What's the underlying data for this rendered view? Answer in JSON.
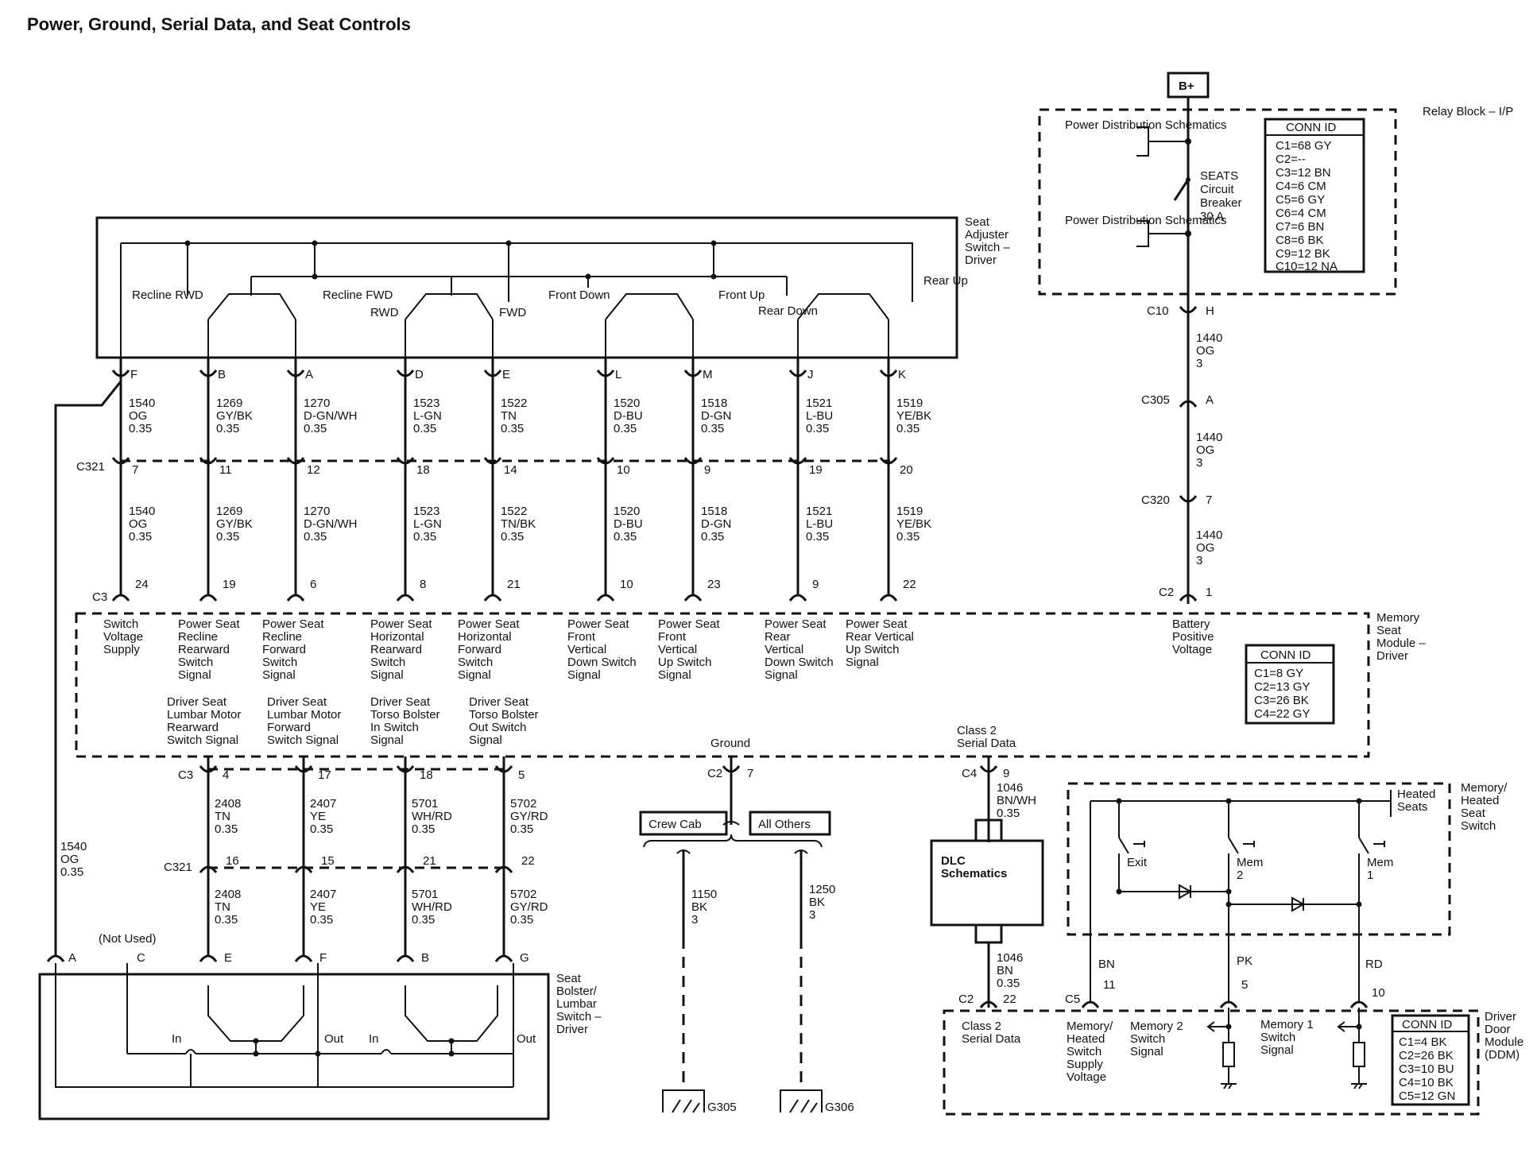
{
  "title": "Power, Ground, Serial Data, and Seat Controls",
  "battery": "B+",
  "relay_block": {
    "name": "Relay Block – I/P",
    "pds_1": "Power Distribution Schematics",
    "pds_2": "Power Distribution Schematics",
    "breaker": [
      "SEATS",
      "Circuit",
      "Breaker",
      "30 A"
    ],
    "conn_title": "CONN ID",
    "conn": [
      "C1=68 GY",
      "C2=--",
      "C3=12 BN",
      "C4=6 CM",
      "C5=6 GY",
      "C6=4 CM",
      "C7=6 BN",
      "C8=6 BK",
      "C9=12 BK",
      "C10=12 NA"
    ]
  },
  "battery_feed": {
    "c10": "C10",
    "c10_pin": "H",
    "c305": "C305",
    "c305_pin": "A",
    "c320": "C320",
    "c320_pin": "7",
    "c2": "C2",
    "c2_pin": "1",
    "wire": [
      "1440",
      "OG",
      "3"
    ]
  },
  "seat_adjuster": {
    "name": [
      "Seat",
      "Adjuster",
      "Switch –",
      "Driver"
    ],
    "labels": [
      "Recline RWD",
      "Recline FWD",
      "RWD",
      "FWD",
      "Front Down",
      "Front Up",
      "Rear Down",
      "Rear Up"
    ]
  },
  "seat_circuits": [
    {
      "pin": "F",
      "wire1": [
        "1540",
        "OG",
        "0.35"
      ],
      "c321": "7",
      "wire2": [
        "1540",
        "OG",
        "0.35"
      ],
      "c3": "24",
      "fn": [
        "Switch",
        "Voltage",
        "Supply"
      ]
    },
    {
      "pin": "B",
      "wire1": [
        "1269",
        "GY/BK",
        "0.35"
      ],
      "c321": "11",
      "wire2": [
        "1269",
        "GY/BK",
        "0.35"
      ],
      "c3": "19",
      "fn": [
        "Power Seat",
        "Recline",
        "Rearward",
        "Switch",
        "Signal"
      ]
    },
    {
      "pin": "A",
      "wire1": [
        "1270",
        "D-GN/WH",
        "0.35"
      ],
      "c321": "12",
      "wire2": [
        "1270",
        "D-GN/WH",
        "0.35"
      ],
      "c3": "6",
      "fn": [
        "Power Seat",
        "Recline",
        "Forward",
        "Switch",
        "Signal"
      ]
    },
    {
      "pin": "D",
      "wire1": [
        "1523",
        "L-GN",
        "0.35"
      ],
      "c321": "18",
      "wire2": [
        "1523",
        "L-GN",
        "0.35"
      ],
      "c3": "8",
      "fn": [
        "Power Seat",
        "Horizontal",
        "Rearward",
        "Switch",
        "Signal"
      ]
    },
    {
      "pin": "E",
      "wire1": [
        "1522",
        "TN",
        "0.35"
      ],
      "c321": "14",
      "wire2": [
        "1522",
        "TN/BK",
        "0.35"
      ],
      "c3": "21",
      "fn": [
        "Power Seat",
        "Horizontal",
        "Forward",
        "Switch",
        "Signal"
      ]
    },
    {
      "pin": "L",
      "wire1": [
        "1520",
        "D-BU",
        "0.35"
      ],
      "c321": "10",
      "wire2": [
        "1520",
        "D-BU",
        "0.35"
      ],
      "c3": "10",
      "fn": [
        "Power Seat",
        "Front",
        "Vertical",
        "Down Switch",
        "Signal"
      ]
    },
    {
      "pin": "M",
      "wire1": [
        "1518",
        "D-GN",
        "0.35"
      ],
      "c321": "9",
      "wire2": [
        "1518",
        "D-GN",
        "0.35"
      ],
      "c3": "23",
      "fn": [
        "Power Seat",
        "Front",
        "Vertical",
        "Up Switch",
        "Signal"
      ]
    },
    {
      "pin": "J",
      "wire1": [
        "1521",
        "L-BU",
        "0.35"
      ],
      "c321": "19",
      "wire2": [
        "1521",
        "L-BU",
        "0.35"
      ],
      "c3": "9",
      "fn": [
        "Power Seat",
        "Rear",
        "Vertical",
        "Down Switch",
        "Signal"
      ]
    },
    {
      "pin": "K",
      "wire1": [
        "1519",
        "YE/BK",
        "0.35"
      ],
      "c321": "20",
      "wire2": [
        "1519",
        "YE/BK",
        "0.35"
      ],
      "c3": "22",
      "fn": [
        "Power Seat",
        "Rear Vertical",
        "Up Switch",
        "Signal"
      ]
    }
  ],
  "connectors": {
    "c321": "C321",
    "c3": "C3",
    "c2": "C2",
    "c4": "C4",
    "c5": "C5"
  },
  "memory_module": {
    "name": [
      "Memory",
      "Seat",
      "Module –",
      "Driver"
    ],
    "battery_label": [
      "Battery",
      "Positive",
      "Voltage"
    ],
    "conn_title": "CONN ID",
    "conn": [
      "C1=8 GY",
      "C2=13 GY",
      "C3=26 BK",
      "C4=22 GY"
    ],
    "lumbar": [
      {
        "fn": [
          "Driver Seat",
          "Lumbar Motor",
          "Rearward",
          "Switch Signal"
        ]
      },
      {
        "fn": [
          "Driver Seat",
          "Lumbar Motor",
          "Forward",
          "Switch Signal"
        ]
      },
      {
        "fn": [
          "Driver Seat",
          "Torso Bolster",
          "In Switch",
          "Signal"
        ]
      },
      {
        "fn": [
          "Driver Seat",
          "Torso Bolster",
          "Out Switch",
          "Signal"
        ]
      }
    ],
    "ground_label": "Ground",
    "serial_label": [
      "Class 2",
      "Serial Data"
    ]
  },
  "lumbar_circuits": [
    {
      "c3": "4",
      "wire1": [
        "2408",
        "TN",
        "0.35"
      ],
      "c321": "16",
      "wire2": [
        "2408",
        "TN",
        "0.35"
      ],
      "pin": "E"
    },
    {
      "c3": "17",
      "wire1": [
        "2407",
        "YE",
        "0.35"
      ],
      "c321": "15",
      "wire2": [
        "2407",
        "YE",
        "0.35"
      ],
      "pin": "F"
    },
    {
      "c3": "18",
      "wire1": [
        "5701",
        "WH/RD",
        "0.35"
      ],
      "c321": "21",
      "wire2": [
        "5701",
        "WH/RD",
        "0.35"
      ],
      "pin": "B"
    },
    {
      "c3": "5",
      "wire1": [
        "5702",
        "GY/RD",
        "0.35"
      ],
      "c321": "22",
      "wire2": [
        "5702",
        "GY/RD",
        "0.35"
      ],
      "pin": "G"
    }
  ],
  "supply_wire": [
    "1540",
    "OG",
    "0.35"
  ],
  "bolster_switch": {
    "name": [
      "Seat",
      "Bolster/",
      "Lumbar",
      "Switch –",
      "Driver"
    ],
    "pin_a": "A",
    "pin_c": "C",
    "not_used": "(Not Used)",
    "labels": [
      "In",
      "Out",
      "In",
      "Out"
    ]
  },
  "ground": {
    "c2_pin": "7",
    "crew_cab": "Crew Cab",
    "all_others": "All Others",
    "g305_wire": [
      "1150",
      "BK",
      "3"
    ],
    "g306_wire": [
      "1250",
      "BK",
      "3"
    ],
    "g305": "G305",
    "g306": "G306"
  },
  "serial": {
    "c4_pin": "9",
    "wire1": [
      "1046",
      "BN/WH",
      "0.35"
    ],
    "dlc": [
      "DLC",
      "Schematics"
    ],
    "wire2": [
      "1046",
      "BN",
      "0.35"
    ],
    "c2_pin": "22"
  },
  "memory_switch": {
    "name": [
      "Memory/",
      "Heated",
      "Seat",
      "Switch"
    ],
    "heated": [
      "Heated",
      "Seats"
    ],
    "buttons": [
      [
        "Exit"
      ],
      [
        "Mem",
        "2"
      ],
      [
        "Mem",
        "1"
      ]
    ],
    "wires": [
      "BN",
      "PK",
      "RD"
    ],
    "pins": [
      "11",
      "5",
      "10"
    ]
  },
  "ddm": {
    "name": [
      "Driver",
      "Door",
      "Module",
      "(DDM)"
    ],
    "serial": [
      "Class 2",
      "Serial Data"
    ],
    "supply": [
      "Memory/",
      "Heated",
      "Switch",
      "Supply",
      "Voltage"
    ],
    "mem2": [
      "Memory 2",
      "Switch",
      "Signal"
    ],
    "mem1": [
      "Memory 1",
      "Switch",
      "Signal"
    ],
    "conn_title": "CONN ID",
    "conn": [
      "C1=4 BK",
      "C2=26 BK",
      "C3=10 BU",
      "C4=10 BK",
      "C5=12 GN"
    ]
  }
}
